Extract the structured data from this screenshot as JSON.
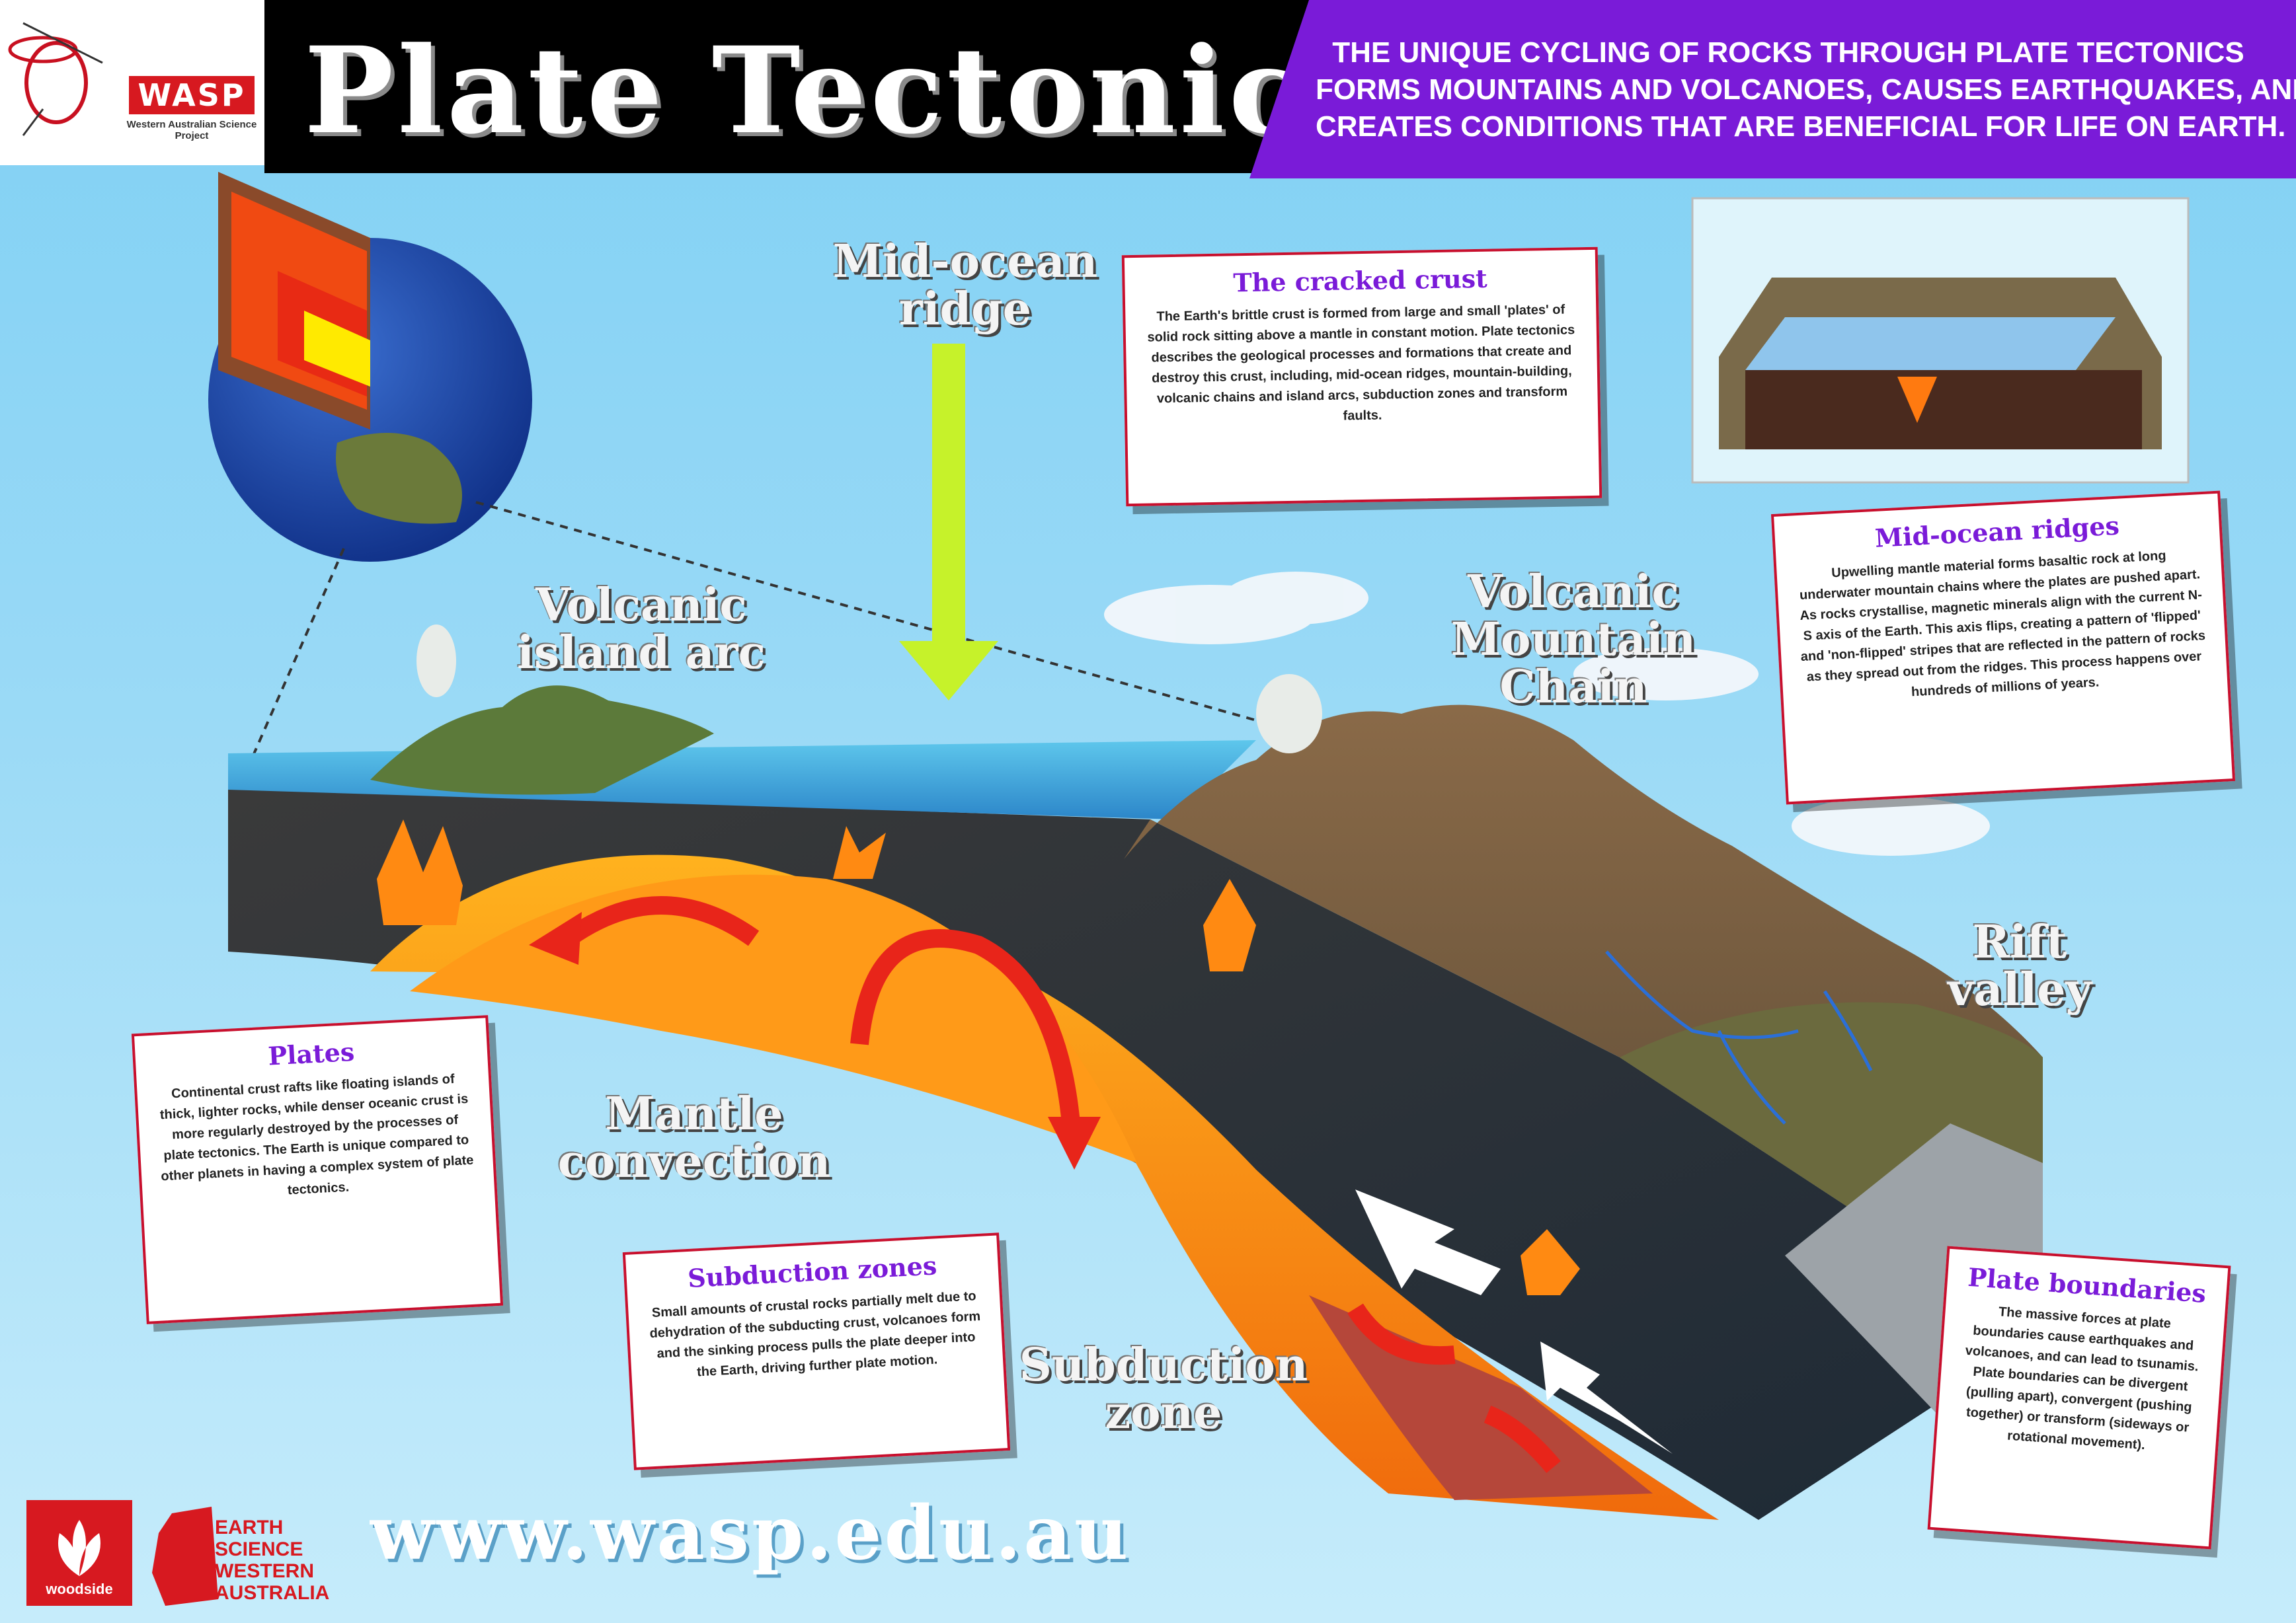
{
  "header": {
    "logo_text": "WASP",
    "logo_subtitle": "Western Australian Science Project",
    "title": "Plate Tectonics",
    "tagline_lines": [
      "THE UNIQUE CYCLING OF ROCKS THROUGH PLATE TECTONICS",
      "FORMS MOUNTAINS AND VOLCANOES, CAUSES EARTHQUAKES, AND",
      "CREATES CONDITIONS THAT ARE BENEFICIAL FOR LIFE ON EARTH."
    ]
  },
  "labels": {
    "mid_ocean_ridge": "Mid-ocean ridge",
    "volcanic_island_arc": "Volcanic island arc",
    "volcanic_mountain_chain": "Volcanic Mountain Chain",
    "rift_valley": "Rift valley",
    "mantle_convection": "Mantle convection",
    "subduction_zone": "Subduction zone"
  },
  "callouts": {
    "cracked_crust": {
      "title": "The cracked crust",
      "body": "The Earth's brittle crust is formed from large and small 'plates' of solid rock sitting above a mantle in constant motion. Plate tectonics describes the geological processes and formations that create and destroy this crust, including, mid-ocean ridges, mountain-building, volcanic chains and island arcs, subduction zones and transform faults."
    },
    "mid_ocean_ridges": {
      "title": "Mid-ocean ridges",
      "body": "Upwelling mantle material forms basaltic rock at long underwater mountain chains where the plates are pushed apart. As rocks crystallise, magnetic minerals align with the current N-S axis of the Earth. This axis flips, creating a pattern of 'flipped' and 'non-flipped' stripes that are reflected in the pattern of rocks as they spread out from the ridges. This process happens over hundreds of millions of years."
    },
    "plates": {
      "title": "Plates",
      "body": "Continental crust rafts like floating islands of thick, lighter rocks, while denser oceanic crust is more regularly destroyed by the processes of plate tectonics. The Earth is unique compared to other planets in having a complex system of plate tectonics."
    },
    "subduction_zones": {
      "title": "Subduction zones",
      "body": "Small amounts of crustal rocks partially melt due to dehydration of the subducting crust, volcanoes form and the sinking process pulls the plate deeper into the Earth, driving further plate motion."
    },
    "plate_boundaries": {
      "title": "Plate boundaries",
      "body": "The massive forces at plate boundaries cause earthquakes and volcanoes, and can lead to tsunamis. Plate boundaries can be divergent (pulling apart), convergent (pushing together) or transform (sideways or rotational movement)."
    }
  },
  "footer": {
    "url": "www.wasp.edu.au",
    "woodside": "woodside",
    "eswa_lines": [
      "EARTH",
      "SCIENCE",
      "WESTERN",
      "AUSTRALIA"
    ]
  },
  "colors": {
    "sky": "#8fd3f3",
    "purple": "#7a1bd8",
    "magma": "#f07d10",
    "arrow_red": "#e8251a",
    "arrow_green": "#c6f22a",
    "wasp_red": "#d71920"
  }
}
